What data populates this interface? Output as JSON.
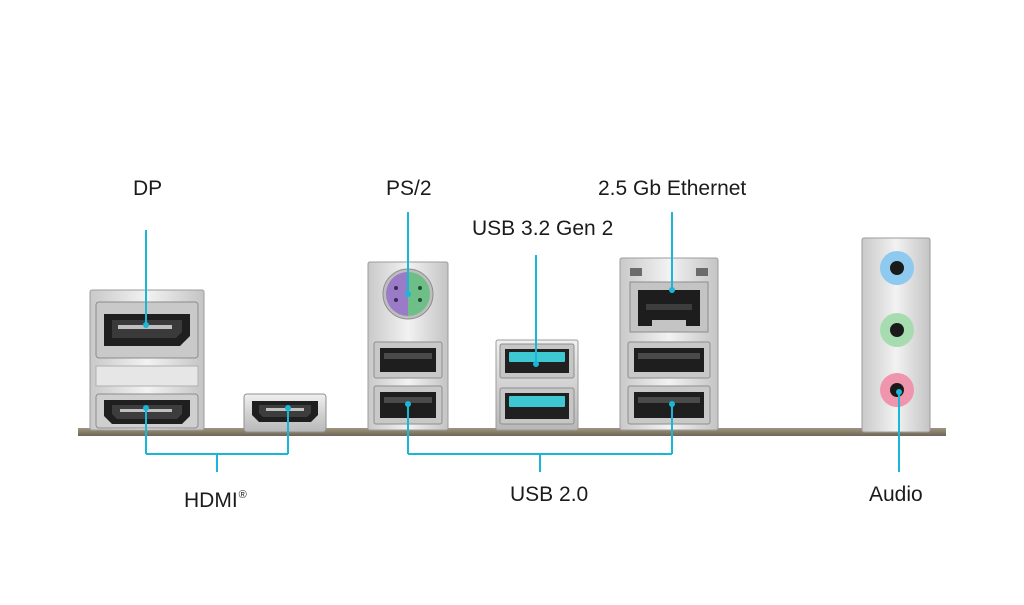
{
  "labels": {
    "dp": "DP",
    "hdmi": "HDMI",
    "hdmi_mark": "®",
    "ps2": "PS/2",
    "usb32": "USB 3.2 Gen 2",
    "ethernet": "2.5 Gb Ethernet",
    "usb20": "USB 2.0",
    "audio": "Audio"
  },
  "colors": {
    "callout": "#19b6d8",
    "usb3_blue": "#3ec8d3",
    "ps2_purple": "#9a7bc8",
    "ps2_green": "#6dbf87",
    "audio_blue": "#8ec9ef",
    "audio_green": "#a6dcb0",
    "audio_pink": "#ef95ad",
    "board": "#8a7f6c",
    "metal": "#d9d9d9"
  }
}
